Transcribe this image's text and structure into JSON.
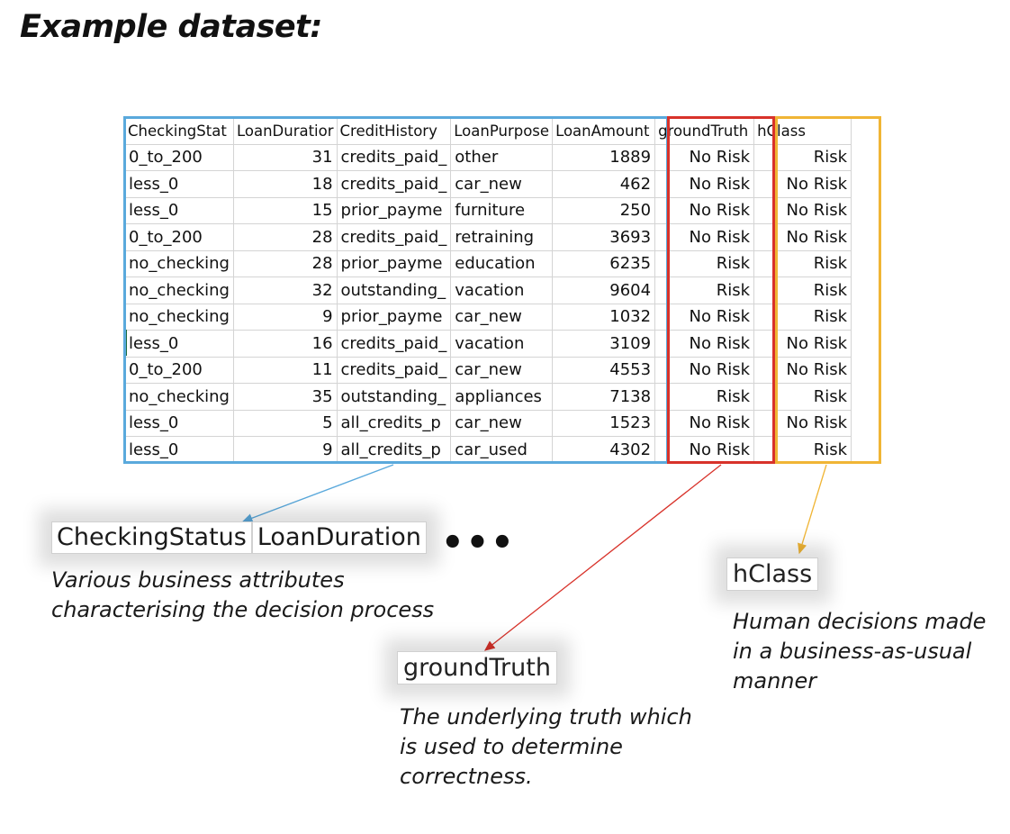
{
  "title": "Example dataset:",
  "table": {
    "headers": [
      "CheckingStat",
      "LoanDuratior",
      "CreditHistory",
      "LoanPurpose",
      "LoanAmount",
      "groundTruth",
      "hClass"
    ],
    "rows": [
      [
        "0_to_200",
        "31",
        "credits_paid_",
        "other",
        "1889",
        "No Risk",
        "Risk"
      ],
      [
        "less_0",
        "18",
        "credits_paid_",
        "car_new",
        "462",
        "No Risk",
        "No Risk"
      ],
      [
        "less_0",
        "15",
        "prior_payme",
        "furniture",
        "250",
        "No Risk",
        "No Risk"
      ],
      [
        "0_to_200",
        "28",
        "credits_paid_",
        "retraining",
        "3693",
        "No Risk",
        "No Risk"
      ],
      [
        "no_checking",
        "28",
        "prior_payme",
        "education",
        "6235",
        "Risk",
        "Risk"
      ],
      [
        "no_checking",
        "32",
        "outstanding_",
        "vacation",
        "9604",
        "Risk",
        "Risk"
      ],
      [
        "no_checking",
        "9",
        "prior_payme",
        "car_new",
        "1032",
        "No Risk",
        "Risk"
      ],
      [
        "less_0",
        "16",
        "credits_paid_",
        "vacation",
        "3109",
        "No Risk",
        "No Risk"
      ],
      [
        "0_to_200",
        "11",
        "credits_paid_",
        "car_new",
        "4553",
        "No Risk",
        "No Risk"
      ],
      [
        "no_checking",
        "35",
        "outstanding_",
        "appliances",
        "7138",
        "Risk",
        "Risk"
      ],
      [
        "less_0",
        "5",
        "all_credits_p",
        "car_new",
        "1523",
        "No Risk",
        "No Risk"
      ],
      [
        "less_0",
        "9",
        "all_credits_p",
        "car_used",
        "4302",
        "No Risk",
        "Risk"
      ]
    ]
  },
  "callouts": {
    "attributes": {
      "chips": [
        "CheckingStatus",
        "LoanDuration"
      ],
      "ellipsis": "•••",
      "lines": [
        "Various business attributes",
        "characterising the decision process"
      ]
    },
    "ground_truth": {
      "chip": "groundTruth",
      "lines": [
        "The underlying truth which",
        "is used to determine",
        "correctness."
      ]
    },
    "hclass": {
      "chip": "hClass",
      "lines": [
        "Human decisions made",
        "in a business-as-usual",
        "manner"
      ]
    }
  },
  "colors": {
    "attributes_box": "#5aa9dc",
    "ground_truth_box": "#d8322a",
    "hclass_box": "#f0b535"
  }
}
